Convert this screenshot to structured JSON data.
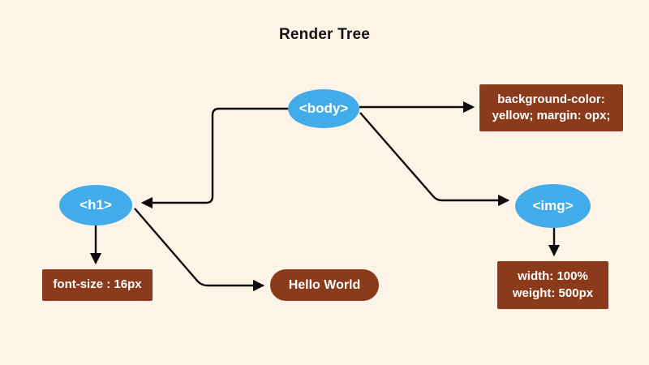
{
  "title": "Render Tree",
  "colors": {
    "background": "#FDF3E7",
    "ellipse_fill": "#41ACE9",
    "box_fill": "#8B3A1B",
    "node_text": "#FFFFFF",
    "arrow": "#0D0D0D",
    "title_text": "#141414"
  },
  "nodes": {
    "body": {
      "label": "<body>"
    },
    "h1": {
      "label": "<h1>"
    },
    "img": {
      "label": "<img>"
    },
    "body_style": {
      "line1": "background-color:",
      "line2": "yellow; margin: opx;"
    },
    "h1_style": {
      "label": "font-size : 16px"
    },
    "text_node": {
      "label": "Hello World"
    },
    "img_style": {
      "line1": "width: 100%",
      "line2": "weight: 500px"
    }
  },
  "edges": [
    {
      "from": "body",
      "to": "body_style"
    },
    {
      "from": "body",
      "to": "h1"
    },
    {
      "from": "body",
      "to": "img"
    },
    {
      "from": "h1",
      "to": "text_node"
    },
    {
      "from": "h1",
      "to": "h1_style"
    },
    {
      "from": "img",
      "to": "img_style"
    }
  ]
}
